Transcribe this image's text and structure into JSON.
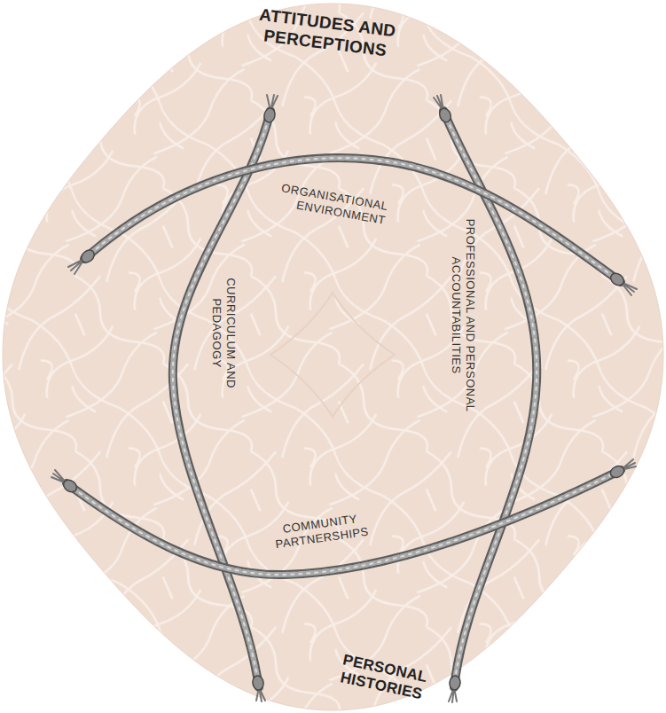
{
  "diagram": {
    "nodes": [
      {
        "text": [
          "ATTITUDES AND PERCEPTIONS",
          "PERSONAL HISTORIES"
        ]
      }
    ],
    "labels": [
      "ORGANISATIONAL ENVIRONMENT",
      "CURRICULUM AND PEDAGOGY",
      "PROFESSIONAL AND PERSONAL ACCOUNTABILITIES",
      "COMMUNITY PARTNERSHIPS"
    ]
  }
}
